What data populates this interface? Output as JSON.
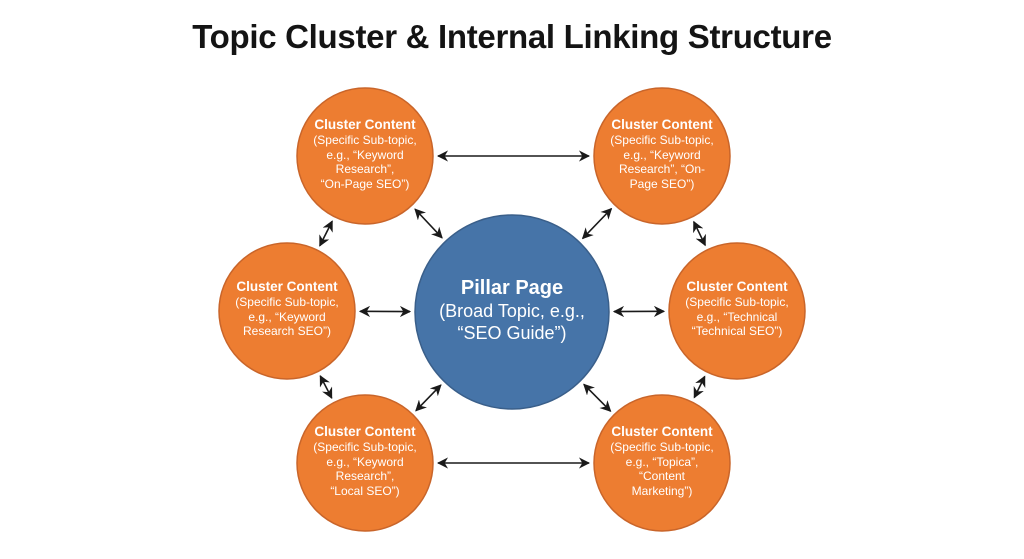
{
  "title": "Topic Cluster & Internal Linking Structure",
  "colors": {
    "cluster_fill": "#ED7D31",
    "cluster_stroke": "#C9652A",
    "pillar_fill": "#4674A8",
    "pillar_stroke": "#3A5F8A",
    "arrow": "#1a1a1a",
    "text": "#ffffff"
  },
  "pillar": {
    "heading": "Pillar Page",
    "lines": [
      "(Broad Topic, e.g.,",
      "“SEO Guide”)"
    ]
  },
  "clusters": [
    {
      "id": "top-left",
      "heading": "Cluster Content",
      "lines": [
        "(Specific Sub-topic,",
        "e.g., “Keyword",
        "Research”,",
        "“On-Page SEO”)"
      ]
    },
    {
      "id": "top-right",
      "heading": "Cluster Content",
      "lines": [
        "(Specific Sub-topic,",
        "e.g., “Keyword",
        "Research”, “On-",
        "Page SEO”)"
      ]
    },
    {
      "id": "mid-left",
      "heading": "Cluster Content",
      "lines": [
        "(Specific Sub-topic,",
        "e.g., “Keyword",
        "Research SEO”)"
      ]
    },
    {
      "id": "mid-right",
      "heading": "Cluster Content",
      "lines": [
        "(Specific Sub-topic,",
        "e.g., “Technical",
        "“Technical SEO”)"
      ]
    },
    {
      "id": "bottom-left",
      "heading": "Cluster Content",
      "lines": [
        "(Specific Sub-topic,",
        "e.g., “Keyword",
        "Research”,",
        "“Local SEO”)"
      ]
    },
    {
      "id": "bottom-right",
      "heading": "Cluster Content",
      "lines": [
        "(Specific Sub-topic,",
        "e.g., “Topica”,",
        "“Content",
        "Marketing”)"
      ]
    }
  ],
  "links": [
    {
      "from": "top-left",
      "to": "top-right",
      "type": "bidirectional"
    },
    {
      "from": "bottom-left",
      "to": "bottom-right",
      "type": "bidirectional"
    },
    {
      "from": "top-left",
      "to": "mid-left",
      "type": "bidirectional"
    },
    {
      "from": "mid-left",
      "to": "bottom-left",
      "type": "bidirectional"
    },
    {
      "from": "top-right",
      "to": "mid-right",
      "type": "bidirectional"
    },
    {
      "from": "mid-right",
      "to": "bottom-right",
      "type": "bidirectional"
    },
    {
      "from": "top-left",
      "to": "pillar",
      "type": "bidirectional"
    },
    {
      "from": "top-right",
      "to": "pillar",
      "type": "bidirectional"
    },
    {
      "from": "mid-left",
      "to": "pillar",
      "type": "bidirectional"
    },
    {
      "from": "mid-right",
      "to": "pillar",
      "type": "bidirectional"
    },
    {
      "from": "bottom-left",
      "to": "pillar",
      "type": "bidirectional"
    },
    {
      "from": "bottom-right",
      "to": "pillar",
      "type": "bidirectional"
    }
  ]
}
